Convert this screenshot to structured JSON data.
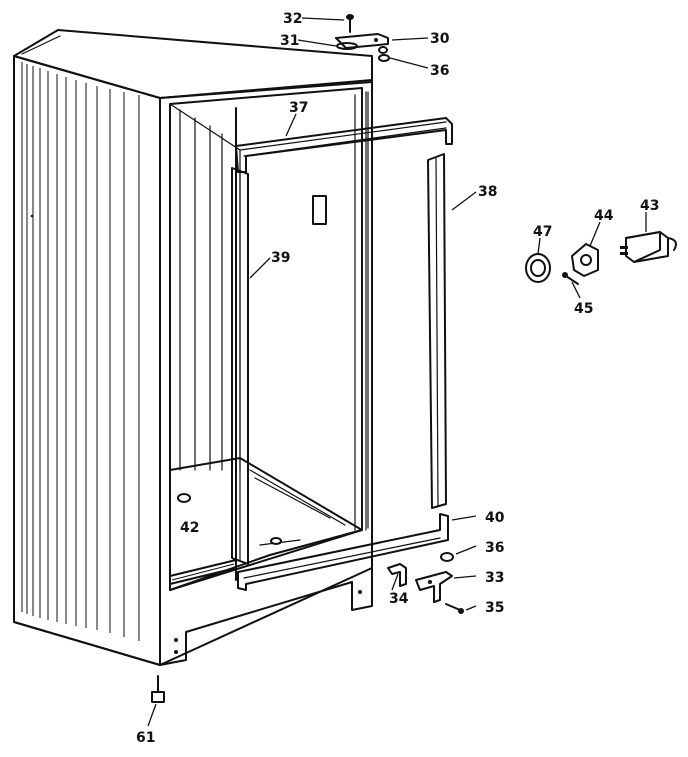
{
  "callouts": {
    "p30": "30",
    "p31": "31",
    "p32": "32",
    "p33": "33",
    "p34": "34",
    "p35": "35",
    "p36_top": "36",
    "p36_bottom": "36",
    "p37": "37",
    "p38": "38",
    "p39": "39",
    "p40": "40",
    "p42": "42",
    "p43": "43",
    "p44": "44",
    "p45": "45",
    "p47": "47",
    "p61": "61"
  }
}
